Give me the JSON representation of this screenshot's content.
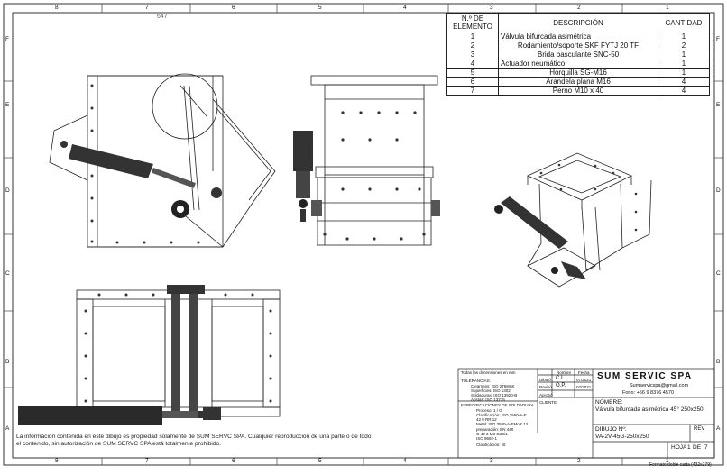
{
  "border": {
    "cols_top": [
      "8",
      "7",
      "6",
      "5",
      "4",
      "3",
      "2",
      "1"
    ],
    "cols_bottom": [
      "8",
      "7",
      "6",
      "5",
      "4",
      "3",
      "2",
      "1"
    ],
    "rows_left": [
      "F",
      "E",
      "D",
      "C",
      "B",
      "A"
    ],
    "rows_right": [
      "F",
      "E",
      "D",
      "C",
      "B",
      "A"
    ]
  },
  "dimension_top": "647",
  "bom": {
    "headers": [
      "N.º DE ELEMENTO",
      "DESCRIPCIÓN",
      "CANTIDAD"
    ],
    "rows": [
      {
        "n": "1",
        "desc": "Válvula bifurcada asimétrica",
        "qty": "1"
      },
      {
        "n": "2",
        "desc": "Rodamiento/soporte SKF FYTJ 20 TF",
        "qty": "2"
      },
      {
        "n": "3",
        "desc": "Brida basculante SNC-50",
        "qty": "1"
      },
      {
        "n": "4",
        "desc": "Actuador neumático",
        "qty": "1"
      },
      {
        "n": "5",
        "desc": "Horquilla SG-M16",
        "qty": "1"
      },
      {
        "n": "6",
        "desc": "Arandela plana M16",
        "qty": "4"
      },
      {
        "n": "7",
        "desc": "Perno M10 x 40",
        "qty": "4"
      }
    ]
  },
  "titleblock": {
    "company": "SUM SERVIC SPA",
    "email": "Sumservicspa@gmail.com",
    "phone": "Fono: +56 9 8376 4570",
    "nombre_label": "NOMBRE:",
    "nombre_value": "Válvula bifurcada asimétrica 45° 250x250",
    "dibujo_label": "DIBUJO Nº:",
    "dibujo_value": "VA-2V-45G-250x250",
    "rev_label": "REV",
    "hoja_label": "HOJA",
    "hoja_num": "1",
    "de_label": "DE",
    "hoja_total": "7",
    "format": "Formato doble carta (432x279)",
    "col_nombre": "Nombre",
    "col_fecha": "Fecha",
    "dibujo_row": "Dibujó",
    "dibujo_nombre": "C.I.",
    "dibujo_fecha": "07/2021",
    "reviso_row": "Revisó",
    "reviso_nombre": "O.P.",
    "reviso_fecha": "07/2021",
    "aprobo_row": "Aprobó",
    "cliente_label": "CLIENTE:",
    "dims_note": "Todas las dimensiones en mm",
    "tolerancias": "TOLERANCIAS:",
    "tol_lines": [
      "Clearness: ISO 2768mK",
      "Superficies: ISO 1302",
      "Soldaduras: ISO 13920-B",
      "Aristas: ISO 13715"
    ],
    "esp_soldadura": "ESPECIFICACIONES DE SOLDADURA",
    "proc_lines": [
      "Proceso: 1 / G",
      "Clasificación: ISO 2560-A-E 42 0 RR 12",
      "Metal: ISO 3580-A-EMoR 12",
      "preparación: EN 440",
      "G 42 3 M3 G3Si1",
      "ISO 9692-1"
    ],
    "clasificacion": "Clasificación: x5"
  },
  "note": "La información contenida en este dibujo es propiedad solamente de SUM SERVC SPA. Cualquier reproducción de una parte o de todo el contenido, sin autorización de SUM SERVC SPA está totalmente prohibido."
}
